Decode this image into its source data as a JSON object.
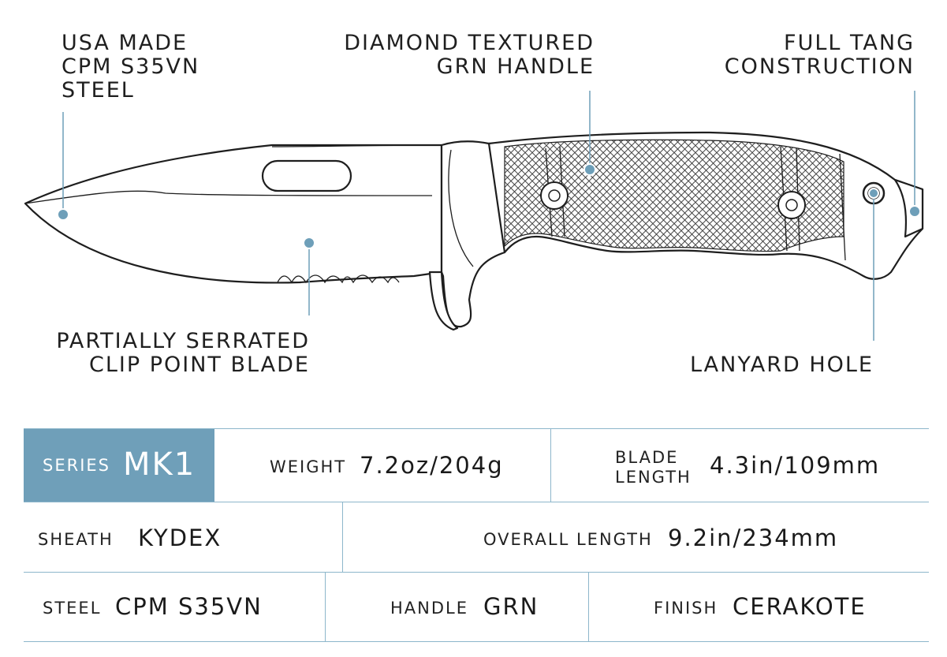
{
  "callouts": {
    "steel": [
      "USA MADE",
      "CPM S35VN",
      "STEEL"
    ],
    "handle": [
      "DIAMOND TEXTURED",
      "GRN HANDLE"
    ],
    "tang": [
      "FULL TANG",
      "CONSTRUCTION"
    ],
    "blade": [
      "PARTIALLY SERRATED",
      "CLIP POINT BLADE"
    ],
    "lanyard": [
      "LANYARD HOLE"
    ]
  },
  "specs": {
    "series": {
      "label": "SERIES",
      "value": "MK1"
    },
    "weight": {
      "label": "WEIGHT",
      "value": "7.2oz/204g"
    },
    "blade_length": {
      "label_line1": "BLADE",
      "label_line2": "LENGTH",
      "value": "4.3in/109mm"
    },
    "sheath": {
      "label": "SHEATH",
      "value": "KYDEX"
    },
    "overall_length": {
      "label": "OVERALL LENGTH",
      "value": "9.2in/234mm"
    },
    "steel": {
      "label": "STEEL",
      "value": "CPM S35VN"
    },
    "handle": {
      "label": "HANDLE",
      "value": "GRN"
    },
    "finish": {
      "label": "FINISH",
      "value": "CERAKOTE"
    }
  },
  "colors": {
    "accent": "#6f9fb9",
    "rule": "#8db6cb",
    "ink": "#1e1e1e"
  }
}
